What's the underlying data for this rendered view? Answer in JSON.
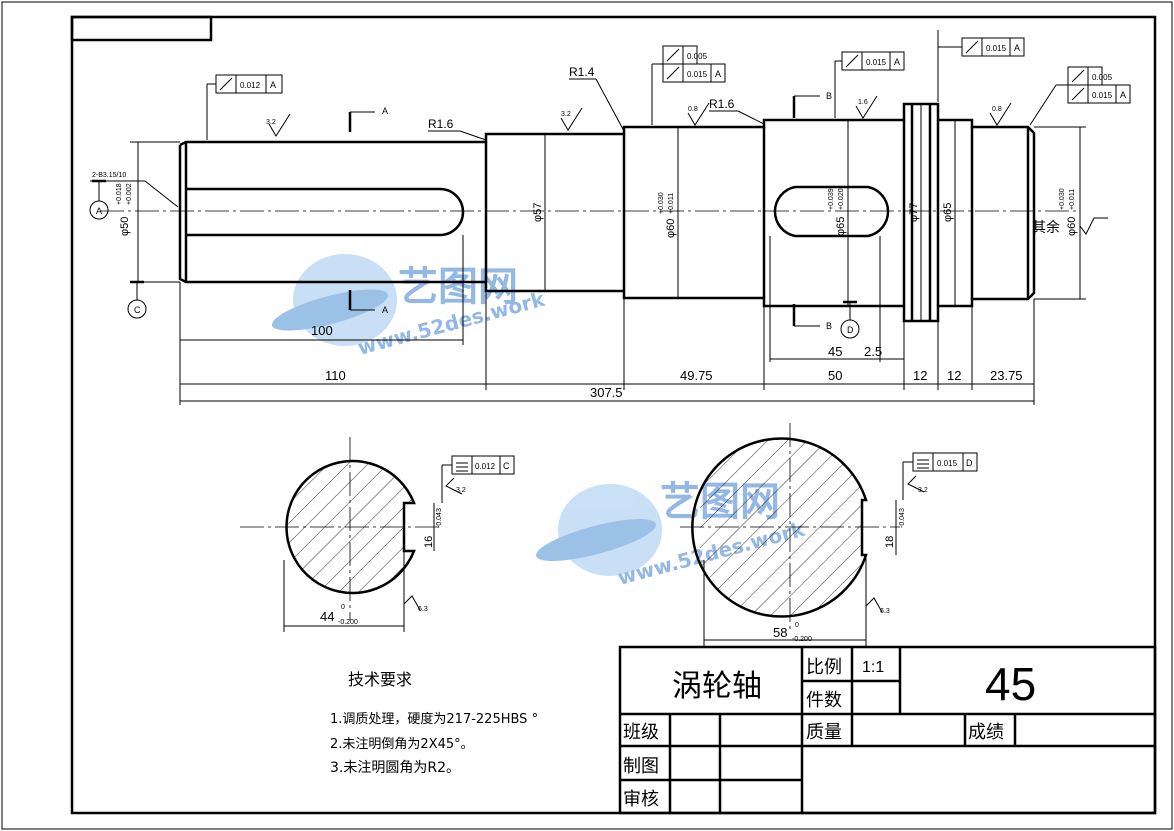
{
  "title_block": {
    "part_name": "涡轮轴",
    "scale_label": "比例",
    "scale_value": "1:1",
    "qty_label": "件数",
    "material": "45",
    "class_label": "班级",
    "mass_label": "质量",
    "score_label": "成绩",
    "drawn_label": "制图",
    "checked_label": "审核"
  },
  "tech": {
    "heading": "技术要求",
    "req1": "1.调质处理，硬度为217-225HBS °",
    "req2": "2.未注明倒角为2X45°。",
    "req3": "3.未注明圆角为R2。"
  },
  "watermark": {
    "brand": "艺图网",
    "url": "www.52des.work"
  },
  "dims": {
    "d100": "100",
    "d110": "110",
    "d307": "307.5",
    "d49": "49.75",
    "d50": "50",
    "d12a": "12",
    "d12b": "12",
    "d23": "23.75",
    "d45": "45",
    "d25": "2.5",
    "phi50": "φ50",
    "phi50_up": "+0.018",
    "phi50_lo": "+0.002",
    "phi57": "φ57",
    "phi60a": "φ60",
    "phi60a_up": "+0.030",
    "phi60a_lo": "+0.011",
    "phi65a": "φ65",
    "phi65a_up": "+0.039",
    "phi65a_lo": "+0.020",
    "phi77": "φ77",
    "phi65b": "φ65",
    "phi60b": "φ60",
    "phi60b_up": "+0.030",
    "phi60b_lo": "+0.011",
    "r14": "R1.4",
    "r16a": "R1.6",
    "r16b": "R1.6",
    "spline": "2-B3.15/10",
    "rest": "其余",
    "sec1_width": "44",
    "sec1_up": "0",
    "sec1_lo": "-0.200",
    "sec1_key": "16",
    "sec1_key_tol": "-0.043",
    "sec2_width": "58",
    "sec2_up": "0",
    "sec2_lo": "-0.200",
    "sec2_key": "18",
    "sec2_key_tol": "-0.043",
    "datum_a": "A",
    "datum_c": "C",
    "datum_d": "D",
    "sect_a": "A",
    "sect_b": "B",
    "rough32": "3.2",
    "rough16": "1.6",
    "rough08": "0.8",
    "rough63": "6.3"
  },
  "tolerances": {
    "t1": "0.012",
    "t2": "0.005",
    "t3": "0.015",
    "t4": "0.015",
    "t5": "0.015",
    "t6": "0.005",
    "t7": "0.015",
    "t8": "0.012",
    "t9": "0.015"
  }
}
